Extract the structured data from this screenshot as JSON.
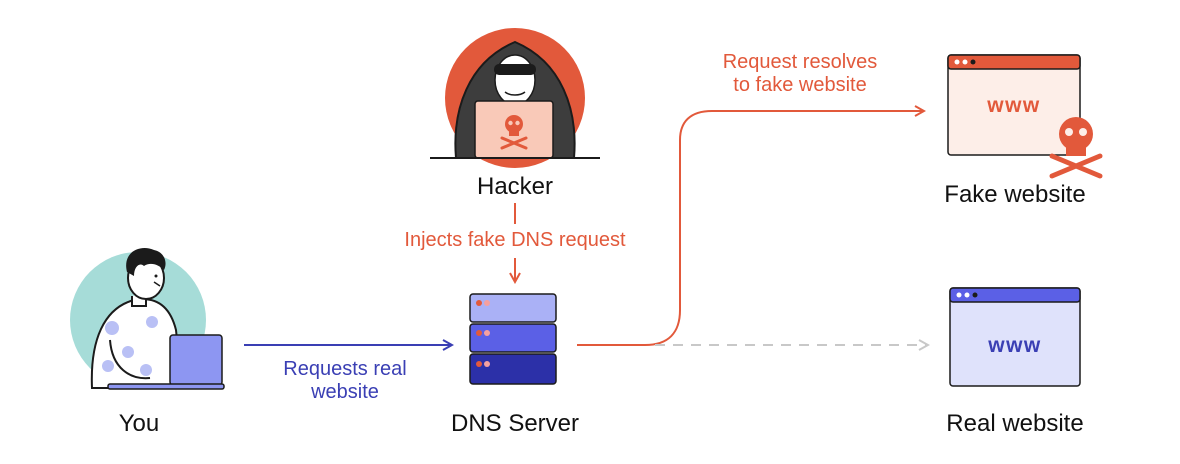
{
  "nodes": {
    "you": {
      "label": "You"
    },
    "hacker": {
      "label": "Hacker"
    },
    "dns_server": {
      "label": "DNS Server"
    },
    "fake_website": {
      "label": "Fake website",
      "browser_text": "www"
    },
    "real_website": {
      "label": "Real website",
      "browser_text": "www"
    }
  },
  "edges": {
    "request": {
      "label_line1": "Requests real",
      "label_line2": "website"
    },
    "inject": {
      "label": "Injects fake DNS request"
    },
    "resolve": {
      "label_line1": "Request resolves",
      "label_line2": "to fake website"
    }
  },
  "colors": {
    "attack": "#e2593b",
    "legit": "#3a3fb4",
    "fake_site_bg": "#fdeee8",
    "real_site_bg": "#dfe2fb",
    "server_light": "#aab1f6",
    "server_mid": "#5b60e6",
    "server_dark": "#2c30a8",
    "laptop": "#8d96f2",
    "dashed": "#c8c8c8"
  }
}
